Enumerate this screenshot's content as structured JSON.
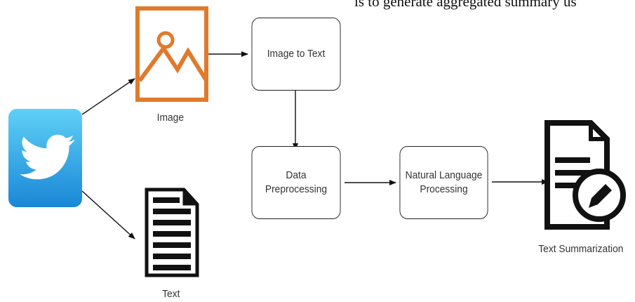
{
  "top_text": "is to generate aggregated summary us",
  "nodes": {
    "image_to_text": "Image to Text",
    "data_preprocessing": "Data\nPreprocessing",
    "nlp": "Natural Language\nProcessing"
  },
  "labels": {
    "image": "Image",
    "text": "Text",
    "summarization": "Text Summarization"
  },
  "icons": {
    "source": "twitter-bird-icon",
    "image": "image-picture-icon",
    "text": "text-document-icon",
    "summary": "document-edit-icon"
  },
  "colors": {
    "twitter_top": "#5fd0f7",
    "twitter_bottom": "#1a87d6",
    "image_icon": "#e07a2c",
    "stroke": "#111111"
  }
}
